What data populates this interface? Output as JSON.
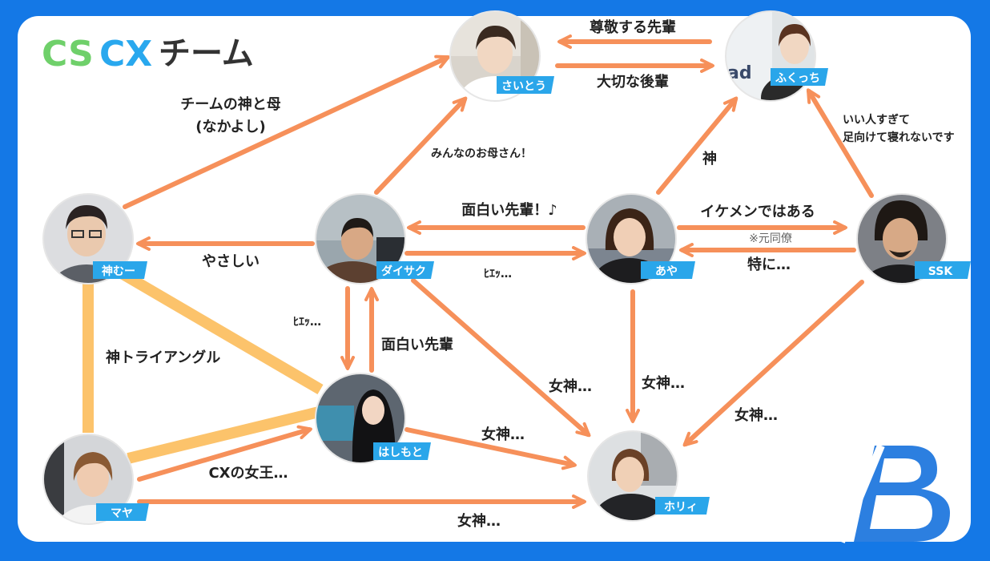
{
  "title": {
    "cs": "CS",
    "cx": "CX",
    "rest": "チーム"
  },
  "colors": {
    "background": "#1478e6",
    "arrow": "#f6905a",
    "triangle": "#fcc36b",
    "tag": "#2aa6ea",
    "logo": "#2c7fe0"
  },
  "people": {
    "saitou": {
      "name": "さいとう"
    },
    "fukuchi": {
      "name": "ふくっち"
    },
    "kamu": {
      "name": "神むー"
    },
    "daisaku": {
      "name": "ダイサク"
    },
    "aya": {
      "name": "あや"
    },
    "ssk": {
      "name": "SSK"
    },
    "hashimoto": {
      "name": "はしもと"
    },
    "maya": {
      "name": "マヤ"
    },
    "horii": {
      "name": "ホリィ"
    }
  },
  "relations": {
    "saitou_fukuchi": "大切な後輩",
    "fukuchi_saitou": "尊敬する先輩",
    "kamu_saitou_1": "チームの神と母",
    "kamu_saitou_2": "(なかよし)",
    "daisaku_saitou": "みんなのお母さん！",
    "aya_fukuchi": "神",
    "ssk_fukuchi_1": "いい人すぎて",
    "ssk_fukuchi_2": "足向けて寝れないです",
    "daisaku_kamu": "やさしい",
    "aya_daisaku": "面白い先輩！♪",
    "daisaku_aya": "ﾋｴｯ…",
    "aya_ssk": "イケメンではある",
    "ssk_aya_note": "※元同僚",
    "ssk_aya": "特に…",
    "daisaku_hashimoto": "ﾋｴｯ…",
    "hashimoto_daisaku": "面白い先輩",
    "triangle": "神トライアングル",
    "daisaku_horii": "女神…",
    "aya_horii": "女神…",
    "ssk_horii": "女神…",
    "hashimoto_horii": "女神…",
    "maya_hashimoto": "CXの女王…",
    "maya_horii": "女神…"
  }
}
